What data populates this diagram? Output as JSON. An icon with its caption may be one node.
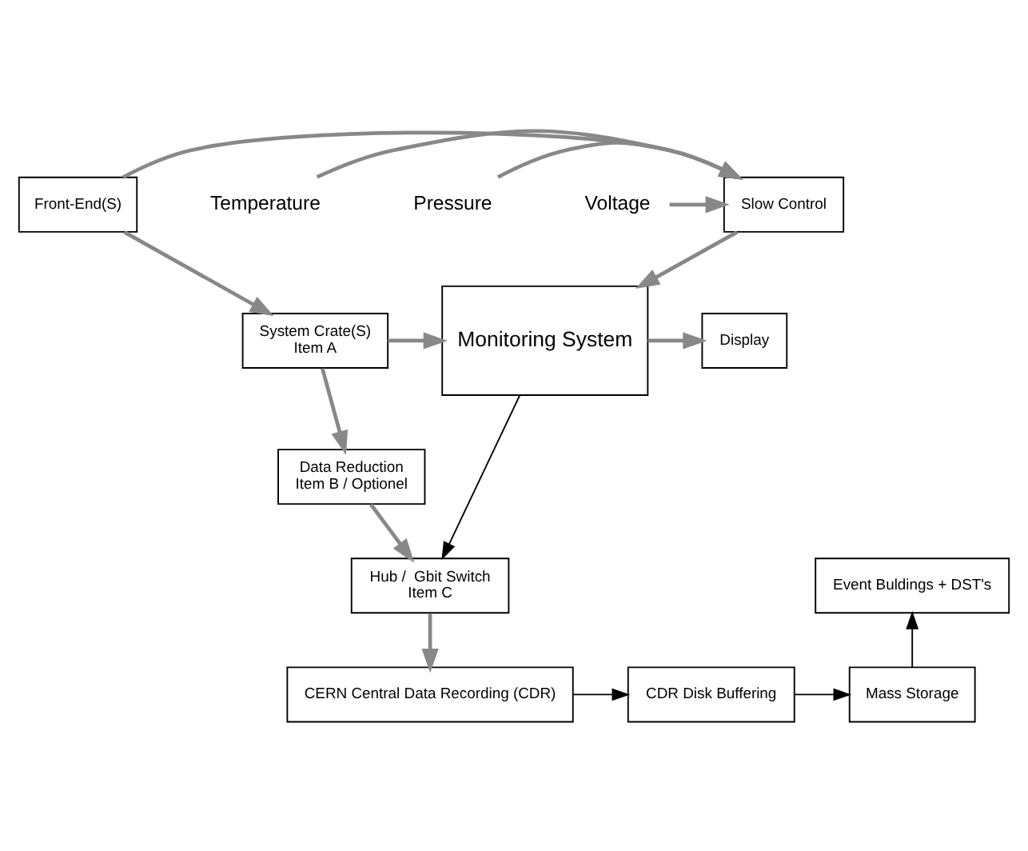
{
  "diagram": {
    "nodes": [
      {
        "text": [
          "Front-End(S)"
        ]
      },
      {
        "text": [
          "Slow Control"
        ]
      },
      {
        "text": [
          "Temperature"
        ]
      },
      {
        "text": [
          "Pressure"
        ]
      },
      {
        "text": [
          "Voltage"
        ]
      },
      {
        "text": [
          "System Crate(S)",
          "Item A"
        ]
      },
      {
        "text": [
          "Monitoring System"
        ]
      },
      {
        "text": [
          "Display"
        ]
      },
      {
        "text": [
          "Data Reduction",
          "Item B / Optionel"
        ]
      },
      {
        "text": [
          "Hub /  Gbit Switch",
          "Item C"
        ]
      },
      {
        "text": [
          "Event Buldings + DST's"
        ]
      },
      {
        "text": [
          "CERN Central Data Recording (CDR)"
        ]
      },
      {
        "text": [
          "CDR Disk Buffering"
        ]
      },
      {
        "text": [
          "Mass Storage"
        ]
      }
    ],
    "edges": [
      {
        "from": 0,
        "to": 1,
        "arrow": "to"
      },
      {
        "from": 2,
        "to": 1,
        "arrow": "to"
      },
      {
        "from": 3,
        "to": 1,
        "arrow": "to"
      },
      {
        "from": 4,
        "to": 1,
        "arrow": "to"
      },
      {
        "from": 0,
        "to": 5,
        "arrow": "to"
      },
      {
        "from": 1,
        "to": 6,
        "arrow": "to"
      },
      {
        "from": 5,
        "to": 6,
        "arrow": "to"
      },
      {
        "from": 6,
        "to": 7,
        "arrow": "to"
      },
      {
        "from": 5,
        "to": 8,
        "arrow": "to"
      },
      {
        "from": 8,
        "to": 9,
        "arrow": "to"
      },
      {
        "from": 6,
        "to": 9,
        "arrow": "to",
        "color": "#000000"
      },
      {
        "from": 9,
        "to": 11,
        "arrow": "to"
      },
      {
        "from": 11,
        "to": 12,
        "arrow": "to",
        "color": "#000000"
      },
      {
        "from": 12,
        "to": 13,
        "arrow": "to",
        "color": "#000000"
      },
      {
        "from": 13,
        "to": 10,
        "arrow": "to",
        "color": "#000000"
      }
    ]
  }
}
